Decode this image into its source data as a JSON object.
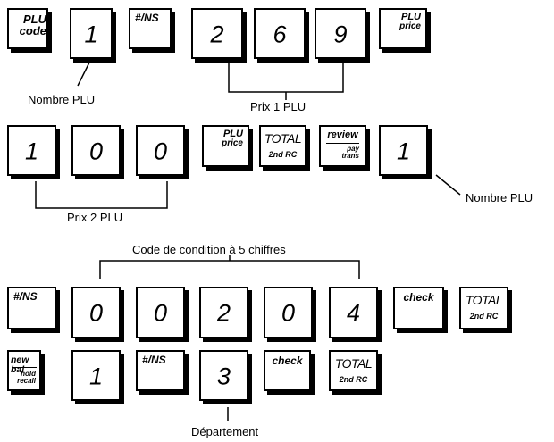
{
  "row1": {
    "plu_code_key": {
      "line1": "PLU",
      "line2": "code"
    },
    "digit1": "1",
    "ns_key": "#/NS",
    "digit2": "2",
    "digit3": "6",
    "digit4": "9",
    "plu_price_key": {
      "line1": "PLU",
      "line2": "price"
    }
  },
  "row2": {
    "digit1": "1",
    "digit2": "0",
    "digit3": "0",
    "plu_price_key": {
      "line1": "PLU",
      "line2": "price"
    },
    "total_key": {
      "line1": "TOTAL",
      "line2": "2nd RC"
    },
    "review_key": {
      "line1": "review",
      "line2": "pay",
      "line3": "trans"
    },
    "digit4": "1"
  },
  "row3": {
    "ns_key": "#/NS",
    "digit1": "0",
    "digit2": "0",
    "digit3": "2",
    "digit4": "0",
    "digit5": "4",
    "check_key": "check",
    "total_key": {
      "line1": "TOTAL",
      "line2": "2nd RC"
    }
  },
  "row4": {
    "newbal_key": {
      "line1": "new bal",
      "line2": "hold",
      "line3": "recall"
    },
    "digit1": "1",
    "ns_key": "#/NS",
    "digit2": "3",
    "check_key": "check",
    "total_key": {
      "line1": "TOTAL",
      "line2": "2nd RC"
    }
  },
  "labels": {
    "nombre_plu_1": "Nombre PLU",
    "prix_1_plu": "Prix 1 PLU",
    "prix_2_plu": "Prix 2 PLU",
    "nombre_plu_2": "Nombre PLU",
    "code_condition": "Code de condition à 5 chiffres",
    "departement": "Département"
  }
}
